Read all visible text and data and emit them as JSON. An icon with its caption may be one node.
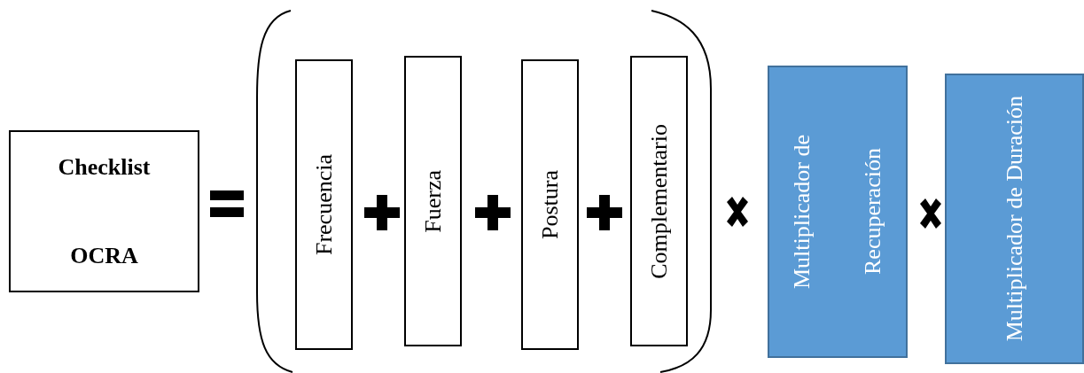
{
  "diagram": {
    "nodes": [
      {
        "text": [
          "Checklist OCRA"
        ]
      },
      {
        "text": [
          "Frecuencia"
        ]
      },
      {
        "text": [
          "Fuerza"
        ]
      },
      {
        "text": [
          "Postura"
        ]
      },
      {
        "text": [
          "Complementario"
        ]
      },
      {
        "text": [
          "Multiplicador de Recuperación"
        ]
      },
      {
        "text": [
          "Multiplicador de Duración"
        ]
      }
    ],
    "edges": []
  }
}
